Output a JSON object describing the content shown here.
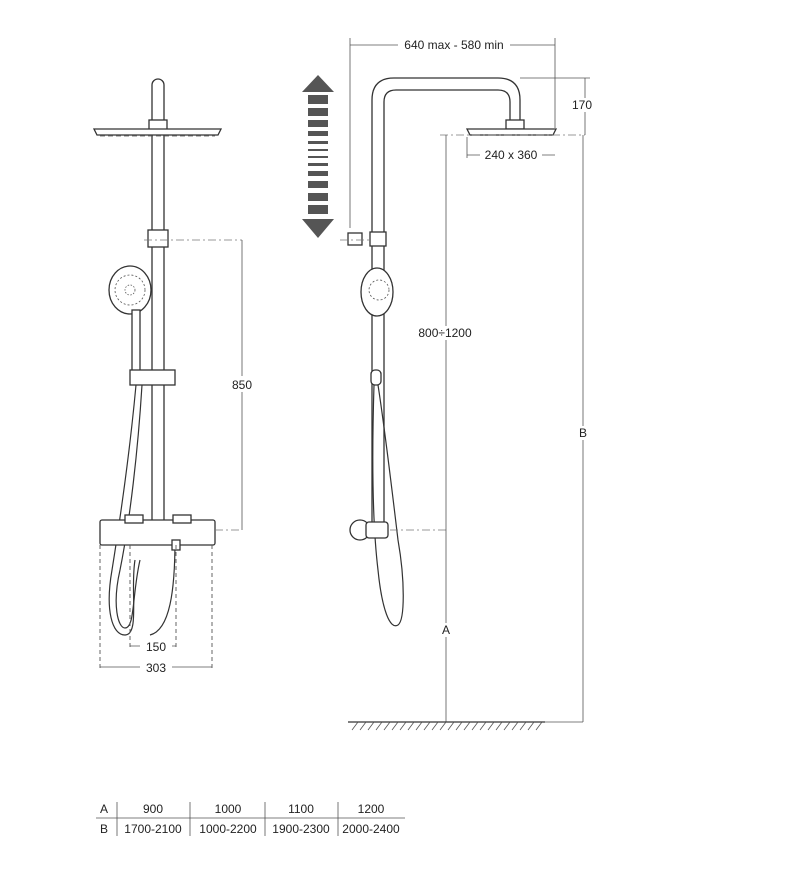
{
  "dimensions": {
    "height_850": "850",
    "spacing_150": "150",
    "width_303": "303",
    "arm_reach": "640 max - 580 min",
    "head_drop": "170",
    "head_size": "240 x 360",
    "slide_range": "800÷1200",
    "label_a": "A",
    "label_b": "B"
  },
  "table": {
    "row_labels": [
      "A",
      "B"
    ],
    "a_values": [
      "900",
      "1000",
      "1100",
      "1200"
    ],
    "b_values": [
      "1700-2100",
      "1000-2200",
      "1900-2300",
      "2000-2400"
    ]
  },
  "colors": {
    "line": "#333333",
    "arrow": "#555555"
  }
}
